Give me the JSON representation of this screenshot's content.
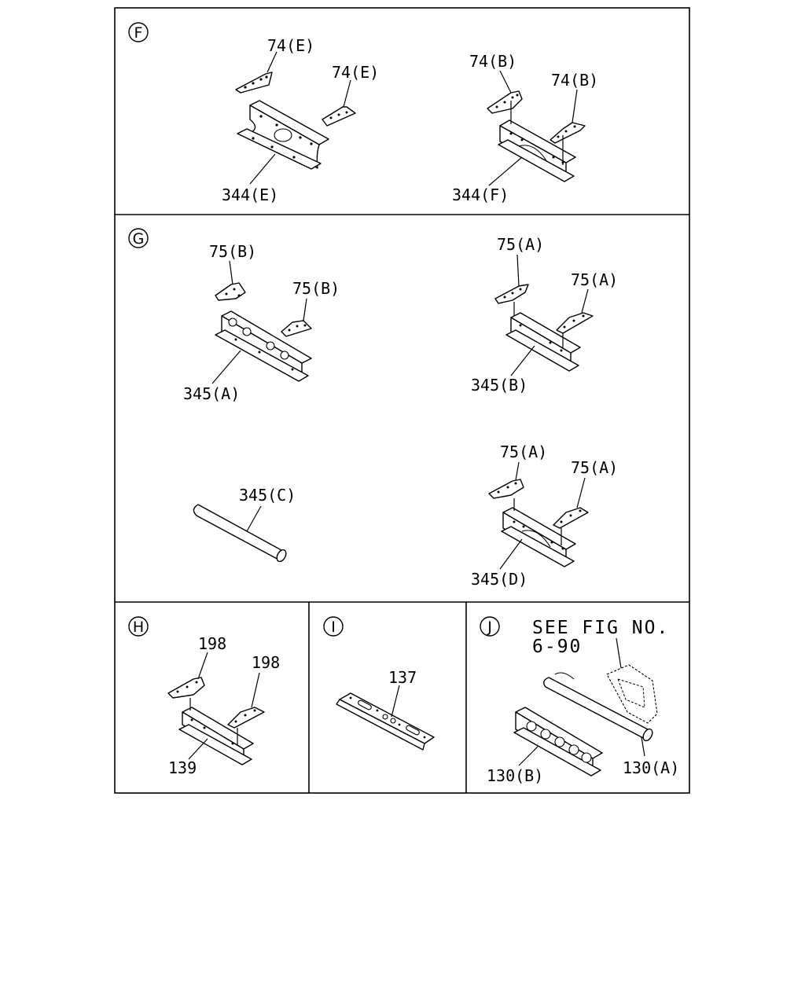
{
  "sections": {
    "F": {
      "letter": "F",
      "labels": {
        "p74e_a": "74(E)",
        "p74e_b": "74(E)",
        "p344e": "344(E)",
        "p74b_a": "74(B)",
        "p74b_b": "74(B)",
        "p344f": "344(F)"
      }
    },
    "G": {
      "letter": "G",
      "labels": {
        "p75b_a": "75(B)",
        "p75b_b": "75(B)",
        "p345a": "345(A)",
        "p75a_a": "75(A)",
        "p75a_b": "75(A)",
        "p345b": "345(B)",
        "p345c": "345(C)",
        "p75a_c": "75(A)",
        "p75a_d": "75(A)",
        "p345d": "345(D)"
      }
    },
    "H": {
      "letter": "H",
      "labels": {
        "p198_a": "198",
        "p198_b": "198",
        "p139": "139"
      }
    },
    "I": {
      "letter": "I",
      "labels": {
        "p137": "137"
      }
    },
    "J": {
      "letter": "J",
      "note_line1": "SEE FIG NO.",
      "note_line2": "6-90",
      "labels": {
        "p130b": "130(B)",
        "p130a": "130(A)"
      }
    }
  }
}
